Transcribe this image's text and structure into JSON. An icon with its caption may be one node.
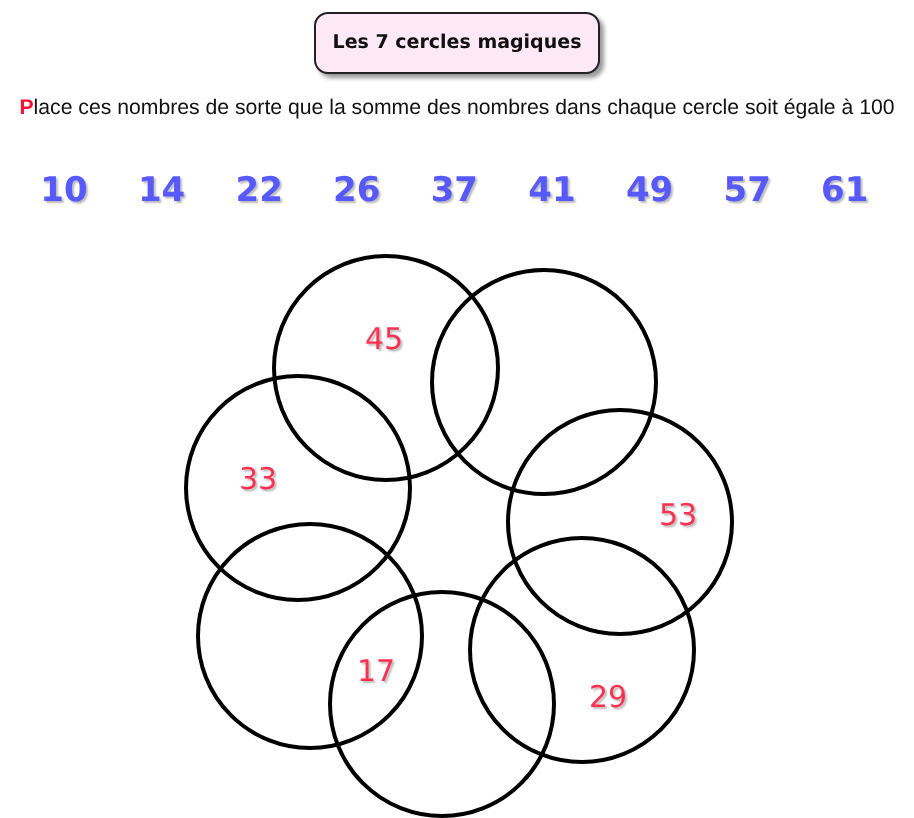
{
  "diagram": {
    "title": "Les 7 cercles magiques",
    "nodes": [
      {
        "text": [
          "45"
        ]
      },
      {
        "text": [],
        "shape": "circle"
      },
      {
        "text": [
          "33"
        ]
      },
      {
        "text": [
          "53"
        ]
      },
      {
        "text": [],
        "shape": "circle"
      },
      {
        "text": [
          "29"
        ]
      },
      {
        "text": [],
        "shape": "circle"
      }
    ],
    "labels": [
      "Place ces nombres de sorte que la somme des nombres dans chaque cercle soit égale à 100",
      "10",
      "14",
      "22",
      "26",
      "37",
      "41",
      "49",
      "57",
      "61",
      "17"
    ]
  }
}
